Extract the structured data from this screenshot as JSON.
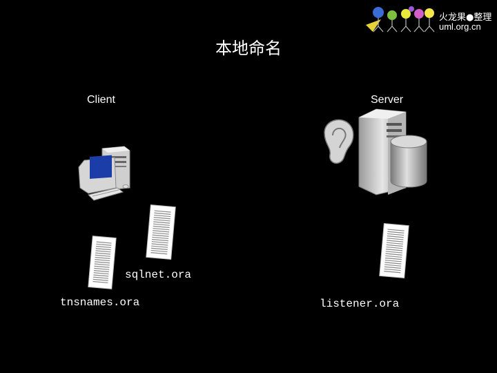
{
  "slide": {
    "title": "本地命名",
    "client_label": "Client",
    "server_label": "Server",
    "files": {
      "tnsnames": "tnsnames.ora",
      "sqlnet": "sqlnet.ora",
      "listener": "listener.ora"
    }
  },
  "logo": {
    "line1": "火龙果●整理",
    "line2": "uml.org.cn",
    "dot_colors": [
      "#3b6cd6",
      "#7fbf3f",
      "#e8e83a",
      "#d25fc7",
      "#f5e64a",
      "#9b59d9"
    ]
  }
}
